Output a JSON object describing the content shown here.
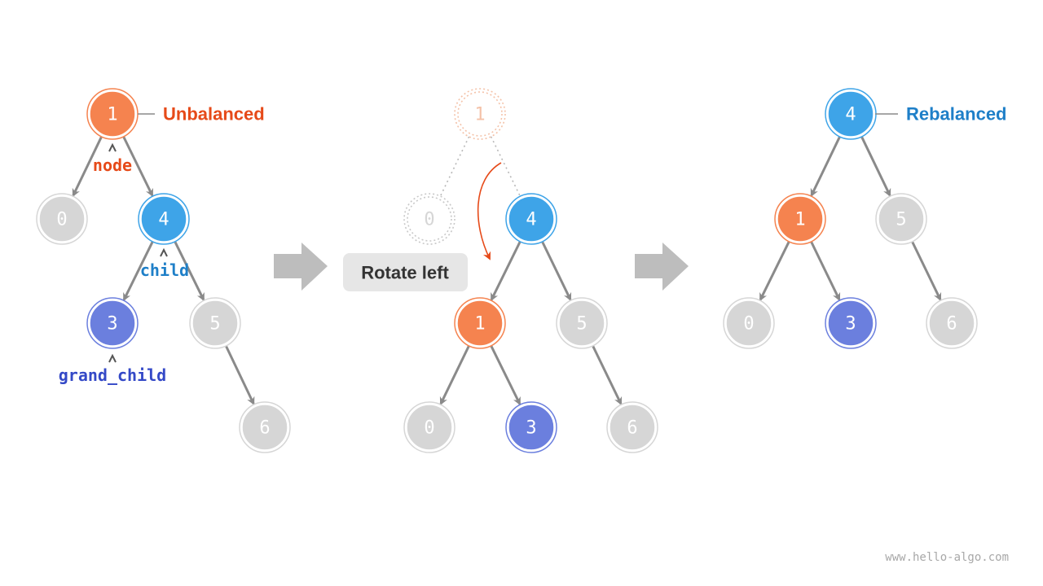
{
  "colors": {
    "unbalanced": "#f5834f",
    "child": "#3ea4e8",
    "grand_child": "#6b7fde",
    "neutral": "#d6d6d6",
    "unbalanced_text": "#e64a19",
    "rebalanced_text": "#1e7fc8",
    "grand_child_text": "#3449c7",
    "edge": "#8a8a8a",
    "big_arrow": "#bdbdbd"
  },
  "labels": {
    "unbalanced": "Unbalanced",
    "rebalanced": "Rebalanced",
    "node_ptr": "node",
    "child_ptr": "child",
    "grand_child_ptr": "grand_child",
    "operation": "Rotate left",
    "footer": "www.hello-algo.com"
  },
  "trees": [
    {
      "name": "before",
      "nodes": [
        {
          "id": "a1",
          "value": "1",
          "role": "unbalanced"
        },
        {
          "id": "a0",
          "value": "0",
          "role": "neutral"
        },
        {
          "id": "a4",
          "value": "4",
          "role": "child"
        },
        {
          "id": "a3",
          "value": "3",
          "role": "grand_child"
        },
        {
          "id": "a5",
          "value": "5",
          "role": "neutral"
        },
        {
          "id": "a6",
          "value": "6",
          "role": "neutral"
        }
      ],
      "edges": [
        [
          "a1",
          "a0"
        ],
        [
          "a1",
          "a4"
        ],
        [
          "a4",
          "a3"
        ],
        [
          "a4",
          "a5"
        ],
        [
          "a5",
          "a6"
        ]
      ]
    },
    {
      "name": "rotating",
      "nodes": [
        {
          "id": "b1g",
          "value": "1",
          "role": "ghost-unbalanced"
        },
        {
          "id": "b0g",
          "value": "0",
          "role": "ghost-neutral"
        },
        {
          "id": "b4",
          "value": "4",
          "role": "child"
        },
        {
          "id": "b1",
          "value": "1",
          "role": "unbalanced"
        },
        {
          "id": "b5",
          "value": "5",
          "role": "neutral"
        },
        {
          "id": "b0",
          "value": "0",
          "role": "neutral"
        },
        {
          "id": "b3",
          "value": "3",
          "role": "grand_child"
        },
        {
          "id": "b6",
          "value": "6",
          "role": "neutral"
        }
      ],
      "edges": [
        [
          "b4",
          "b1"
        ],
        [
          "b4",
          "b5"
        ],
        [
          "b1",
          "b0"
        ],
        [
          "b1",
          "b3"
        ],
        [
          "b5",
          "b6"
        ]
      ],
      "ghost_edges": [
        [
          "b1g",
          "b0g"
        ],
        [
          "b1g",
          "b4"
        ]
      ]
    },
    {
      "name": "after",
      "nodes": [
        {
          "id": "c4",
          "value": "4",
          "role": "child"
        },
        {
          "id": "c1",
          "value": "1",
          "role": "unbalanced"
        },
        {
          "id": "c5",
          "value": "5",
          "role": "neutral"
        },
        {
          "id": "c0",
          "value": "0",
          "role": "neutral"
        },
        {
          "id": "c3",
          "value": "3",
          "role": "grand_child"
        },
        {
          "id": "c6",
          "value": "6",
          "role": "neutral"
        }
      ],
      "edges": [
        [
          "c4",
          "c1"
        ],
        [
          "c4",
          "c5"
        ],
        [
          "c1",
          "c0"
        ],
        [
          "c1",
          "c3"
        ],
        [
          "c5",
          "c6"
        ]
      ]
    }
  ]
}
